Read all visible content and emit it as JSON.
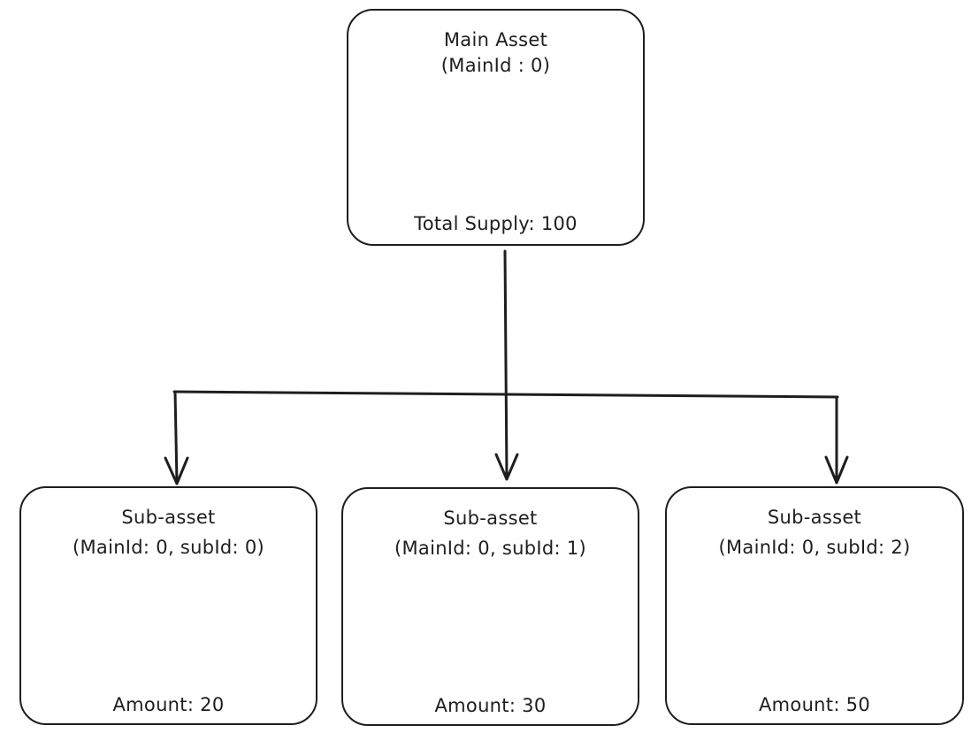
{
  "main_asset": {
    "title": "Main Asset",
    "subtitle": "(MainId : 0)",
    "value": "Total Supply: 100"
  },
  "sub_assets": [
    {
      "title": "Sub-asset",
      "subtitle": "(MainId: 0, subId: 0)",
      "value": "Amount: 20"
    },
    {
      "title": "Sub-asset",
      "subtitle": "(MainId: 0, subId: 1)",
      "value": "Amount: 30"
    },
    {
      "title": "Sub-asset",
      "subtitle": "(MainId: 0, subId: 2)",
      "value": "Amount: 50"
    }
  ],
  "colors": {
    "stroke": "#1e1e1e",
    "background": "#ffffff"
  }
}
